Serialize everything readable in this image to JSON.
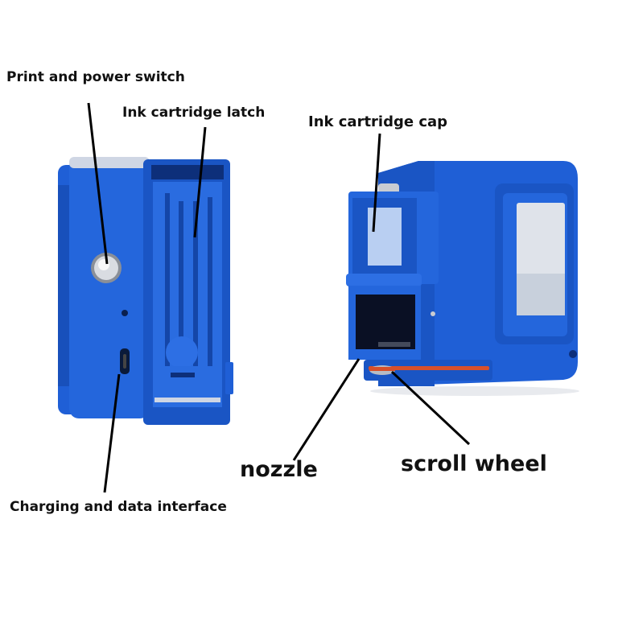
{
  "labels": {
    "power_switch": "Print and power switch",
    "cartridge_latch": "Ink cartridge latch",
    "cartridge_cap": "Ink cartridge cap",
    "nozzle": "nozzle",
    "scroll_wheel": "scroll wheel",
    "charging_port": "Charging and data interface"
  },
  "colors": {
    "device_blue": "#1f5fd6",
    "device_blue_dark": "#1446a8",
    "device_blue_light": "#3b7ae8",
    "screen_gray": "#dfe3ea",
    "metal": "#c9ccd2",
    "belt_orange": "#d8502a",
    "leader_line": "#000000"
  }
}
